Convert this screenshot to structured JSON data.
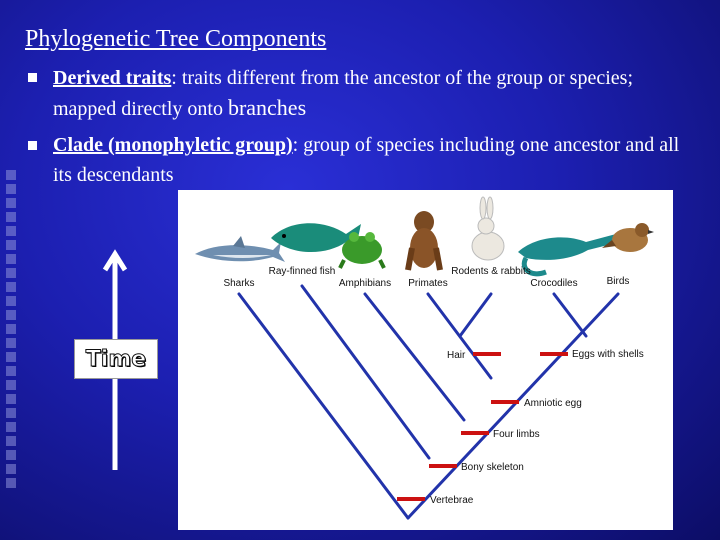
{
  "title": "Phylogenetic Tree Components",
  "bullets": [
    {
      "term": "Derived traits",
      "rest": ": traits different from the ancestor of the group or species; mapped directly onto ",
      "tail": "branches"
    },
    {
      "term": "Clade (monophyletic group)",
      "rest": ": group of species including one ancestor and all its descendants"
    }
  ],
  "time_label": "Time",
  "taxa": [
    "Sharks",
    "Ray-finned fish",
    "Amphibians",
    "Primates",
    "Rodents & rabbits",
    "Crocodiles",
    "Birds"
  ],
  "traits": [
    "Hair",
    "Eggs with shells",
    "Amniotic egg",
    "Four limbs",
    "Bony skeleton",
    "Vertebrae"
  ],
  "colors": {
    "branch": "#2233aa",
    "trait_marker": "#cc1111",
    "background": "#1c1fb0"
  },
  "icons": [
    "shark-icon",
    "fish-icon",
    "frog-icon",
    "monkey-icon",
    "rabbit-icon",
    "crocodile-icon",
    "bird-icon"
  ]
}
